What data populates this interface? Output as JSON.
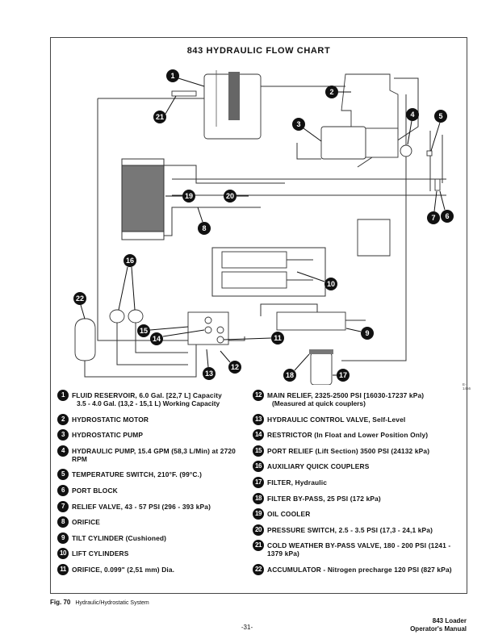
{
  "figure": {
    "title": "843 HYDRAULIC FLOW CHART",
    "drawing_ref": "E-1456",
    "caption_label": "Fig. 70",
    "caption_text": "Hydraulic/Hydrostatic System"
  },
  "legend": {
    "left": [
      {
        "num": "1",
        "label": "FLUID RESERVOIR, 6.0 Gal. [22,7 L] Capacity",
        "sub": "3.5 - 4.0 Gal. (13,2 - 15,1 L) Working Capacity"
      },
      {
        "num": "2",
        "label": "HYDROSTATIC MOTOR"
      },
      {
        "num": "3",
        "label": "HYDROSTATIC PUMP"
      },
      {
        "num": "4",
        "label": "HYDRAULIC PUMP, 15.4 GPM (58,3 L/Min) at 2720 RPM"
      },
      {
        "num": "5",
        "label": "TEMPERATURE SWITCH, 210°F. (99°C.)"
      },
      {
        "num": "6",
        "label": "PORT BLOCK"
      },
      {
        "num": "7",
        "label": "RELIEF VALVE, 43 - 57 PSI (296 - 393 kPa)"
      },
      {
        "num": "8",
        "label": "ORIFICE"
      },
      {
        "num": "9",
        "label": "TILT CYLINDER (Cushioned)"
      },
      {
        "num": "10",
        "label": "LIFT CYLINDERS"
      },
      {
        "num": "11",
        "label": "ORIFICE, 0.099\" (2,51 mm) Dia."
      }
    ],
    "right": [
      {
        "num": "12",
        "label": "MAIN RELIEF, 2325-2500 PSI [16030-17237 kPa)",
        "sub": "(Measured at quick couplers)"
      },
      {
        "num": "13",
        "label": "HYDRAULIC CONTROL VALVE, Self-Level"
      },
      {
        "num": "14",
        "label": "RESTRICTOR (In Float and Lower Position Only)"
      },
      {
        "num": "15",
        "label": "PORT RELIEF (Lift Section) 3500 PSI (24132 kPa)"
      },
      {
        "num": "16",
        "label": "AUXILIARY QUICK COUPLERS"
      },
      {
        "num": "17",
        "label": "FILTER, Hydraulic"
      },
      {
        "num": "18",
        "label": "FILTER BY-PASS, 25 PSI (172 kPa)"
      },
      {
        "num": "19",
        "label": "OIL COOLER"
      },
      {
        "num": "20",
        "label": "PRESSURE SWITCH, 2.5 - 3.5 PSI (17,3 - 24,1 kPa)"
      },
      {
        "num": "21",
        "label": "COLD WEATHER BY-PASS VALVE, 180 - 200 PSI (1241 - 1379 kPa)"
      },
      {
        "num": "22",
        "label": "ACCUMULATOR - Nitrogen precharge 120 PSI (827 kPa)"
      }
    ]
  },
  "callouts": [
    "1",
    "2",
    "3",
    "4",
    "5",
    "6",
    "7",
    "8",
    "9",
    "10",
    "11",
    "12",
    "13",
    "14",
    "15",
    "16",
    "17",
    "18",
    "19",
    "20",
    "21",
    "22"
  ],
  "footer": {
    "page_number": "-31-",
    "manual_line1": "843 Loader",
    "manual_line2": "Operator's Manual"
  }
}
